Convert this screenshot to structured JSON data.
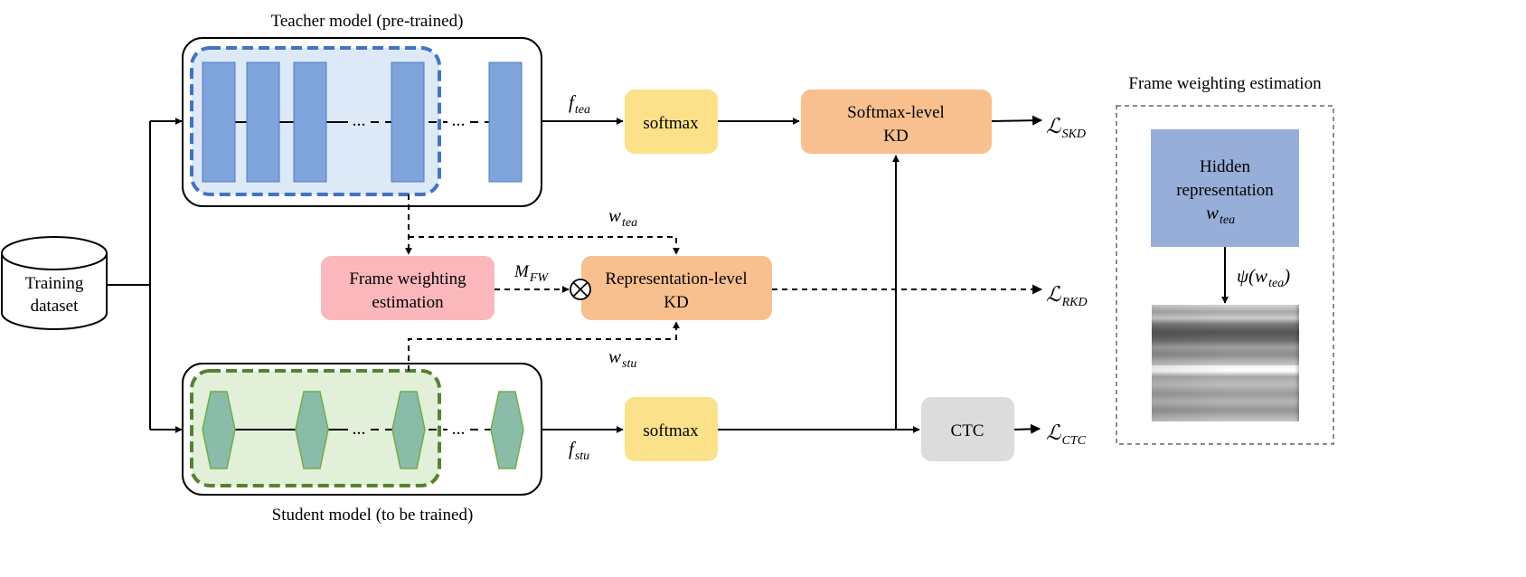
{
  "teacher_title": "Teacher model (pre-trained)",
  "student_title": "Student model (to be trained)",
  "dataset_label": [
    "Training",
    "dataset"
  ],
  "ellipsis": "...",
  "softmax_label": "softmax",
  "softmax_kd_label": [
    "Softmax-level",
    "KD"
  ],
  "representation_kd_label": [
    "Representation-level",
    "KD"
  ],
  "frame_weighting_label": [
    "Frame weighting",
    "estimation"
  ],
  "ctc_label": "CTC",
  "otimes": "⊗",
  "f_tea": {
    "main": "f",
    "sub": "tea"
  },
  "f_stu": {
    "main": "f",
    "sub": "stu"
  },
  "w_tea": {
    "main": "w",
    "sub": "tea"
  },
  "w_stu": {
    "main": "w",
    "sub": "stu"
  },
  "m_fw": {
    "main": "M",
    "sub": "FW"
  },
  "losses": {
    "skd": {
      "main": "ℒ",
      "sub": "SKD"
    },
    "rkd": {
      "main": "ℒ",
      "sub": "RKD"
    },
    "ctc": {
      "main": "ℒ",
      "sub": "CTC"
    }
  },
  "panel": {
    "title": "Frame weighting estimation",
    "hidden_label": [
      "Hidden",
      "representation"
    ],
    "hidden_var": {
      "main": "w",
      "sub": "tea"
    },
    "psi_label": {
      "pre": "ψ(",
      "main": "w",
      "sub": "tea",
      "post": ")"
    }
  },
  "colors": {
    "teacher_layer": "#7fa3db",
    "teacher_dashed": "#4472c4",
    "teacher_fill": "#dde9f6",
    "student_layer": "#8bbcaa",
    "student_dashed": "#548235",
    "student_fill": "#e2efd9",
    "softmax": "#fbe18a",
    "kd": "#f8c08e",
    "frame_weighting": "#fbb8bc",
    "ctc": "#dcdcdc",
    "hidden": "#96aed8"
  }
}
